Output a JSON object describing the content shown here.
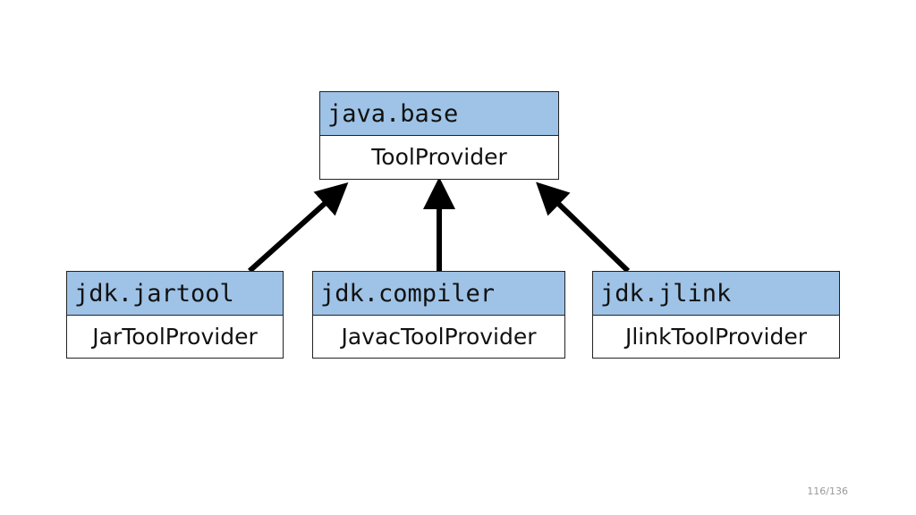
{
  "colors": {
    "module_header": "#9ec3e6",
    "border": "#222222",
    "arrow": "#000000"
  },
  "modules": {
    "base": {
      "name": "java.base",
      "provider": "ToolProvider"
    },
    "jartool": {
      "name": "jdk.jartool",
      "provider": "JarToolProvider"
    },
    "compiler": {
      "name": "jdk.compiler",
      "provider": "JavacToolProvider"
    },
    "jlink": {
      "name": "jdk.jlink",
      "provider": "JlinkToolProvider"
    }
  },
  "edges": [
    {
      "from": "jdk.jartool",
      "to": "java.base"
    },
    {
      "from": "jdk.compiler",
      "to": "java.base"
    },
    {
      "from": "jdk.jlink",
      "to": "java.base"
    }
  ],
  "footer": {
    "page_number": "116/136"
  }
}
